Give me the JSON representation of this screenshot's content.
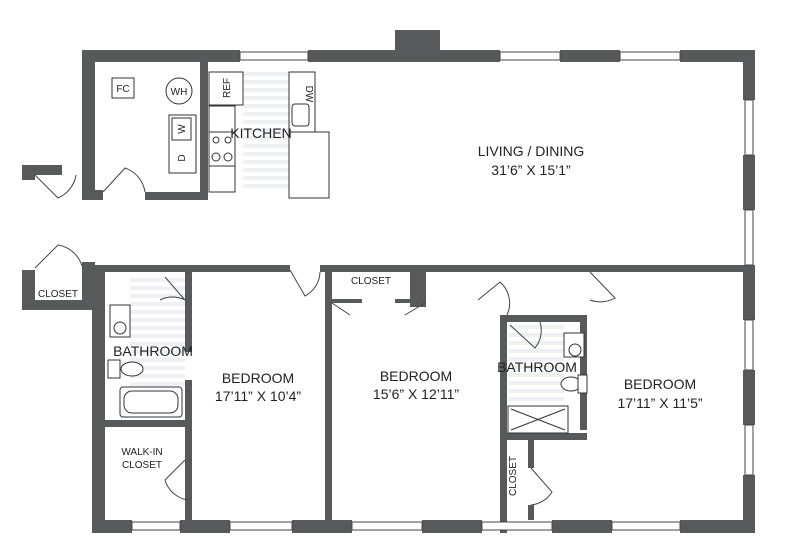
{
  "plan": {
    "fixtures": {
      "fc": "FC",
      "wh": "WH",
      "ref": "REF",
      "dw": "DW",
      "washer": "W",
      "dryer": "D"
    },
    "rooms": {
      "kitchen": "KITCHEN",
      "living": {
        "name": "LIVING / DINING",
        "size": "31’6” X 15’1”"
      },
      "entry_closet": "CLOSET",
      "hall_closet": "CLOSET",
      "bathroom_1": "BATHROOM",
      "bathroom_2": "BATHROOM",
      "bedroom_1": {
        "name": "BEDROOM",
        "size": "17’11” X 10’4”"
      },
      "bedroom_2": {
        "name": "BEDROOM",
        "size": "15’6” X 12’11”"
      },
      "bedroom_3": {
        "name": "BEDROOM",
        "size": "17’11” X 11’5”"
      },
      "walk_in_closet": {
        "line1": "WALK-IN",
        "line2": "CLOSET"
      },
      "bedroom_3_closet": "CLOSET"
    },
    "colors": {
      "wall": "#58595b",
      "floor_stripe": "#eef0f3"
    }
  }
}
